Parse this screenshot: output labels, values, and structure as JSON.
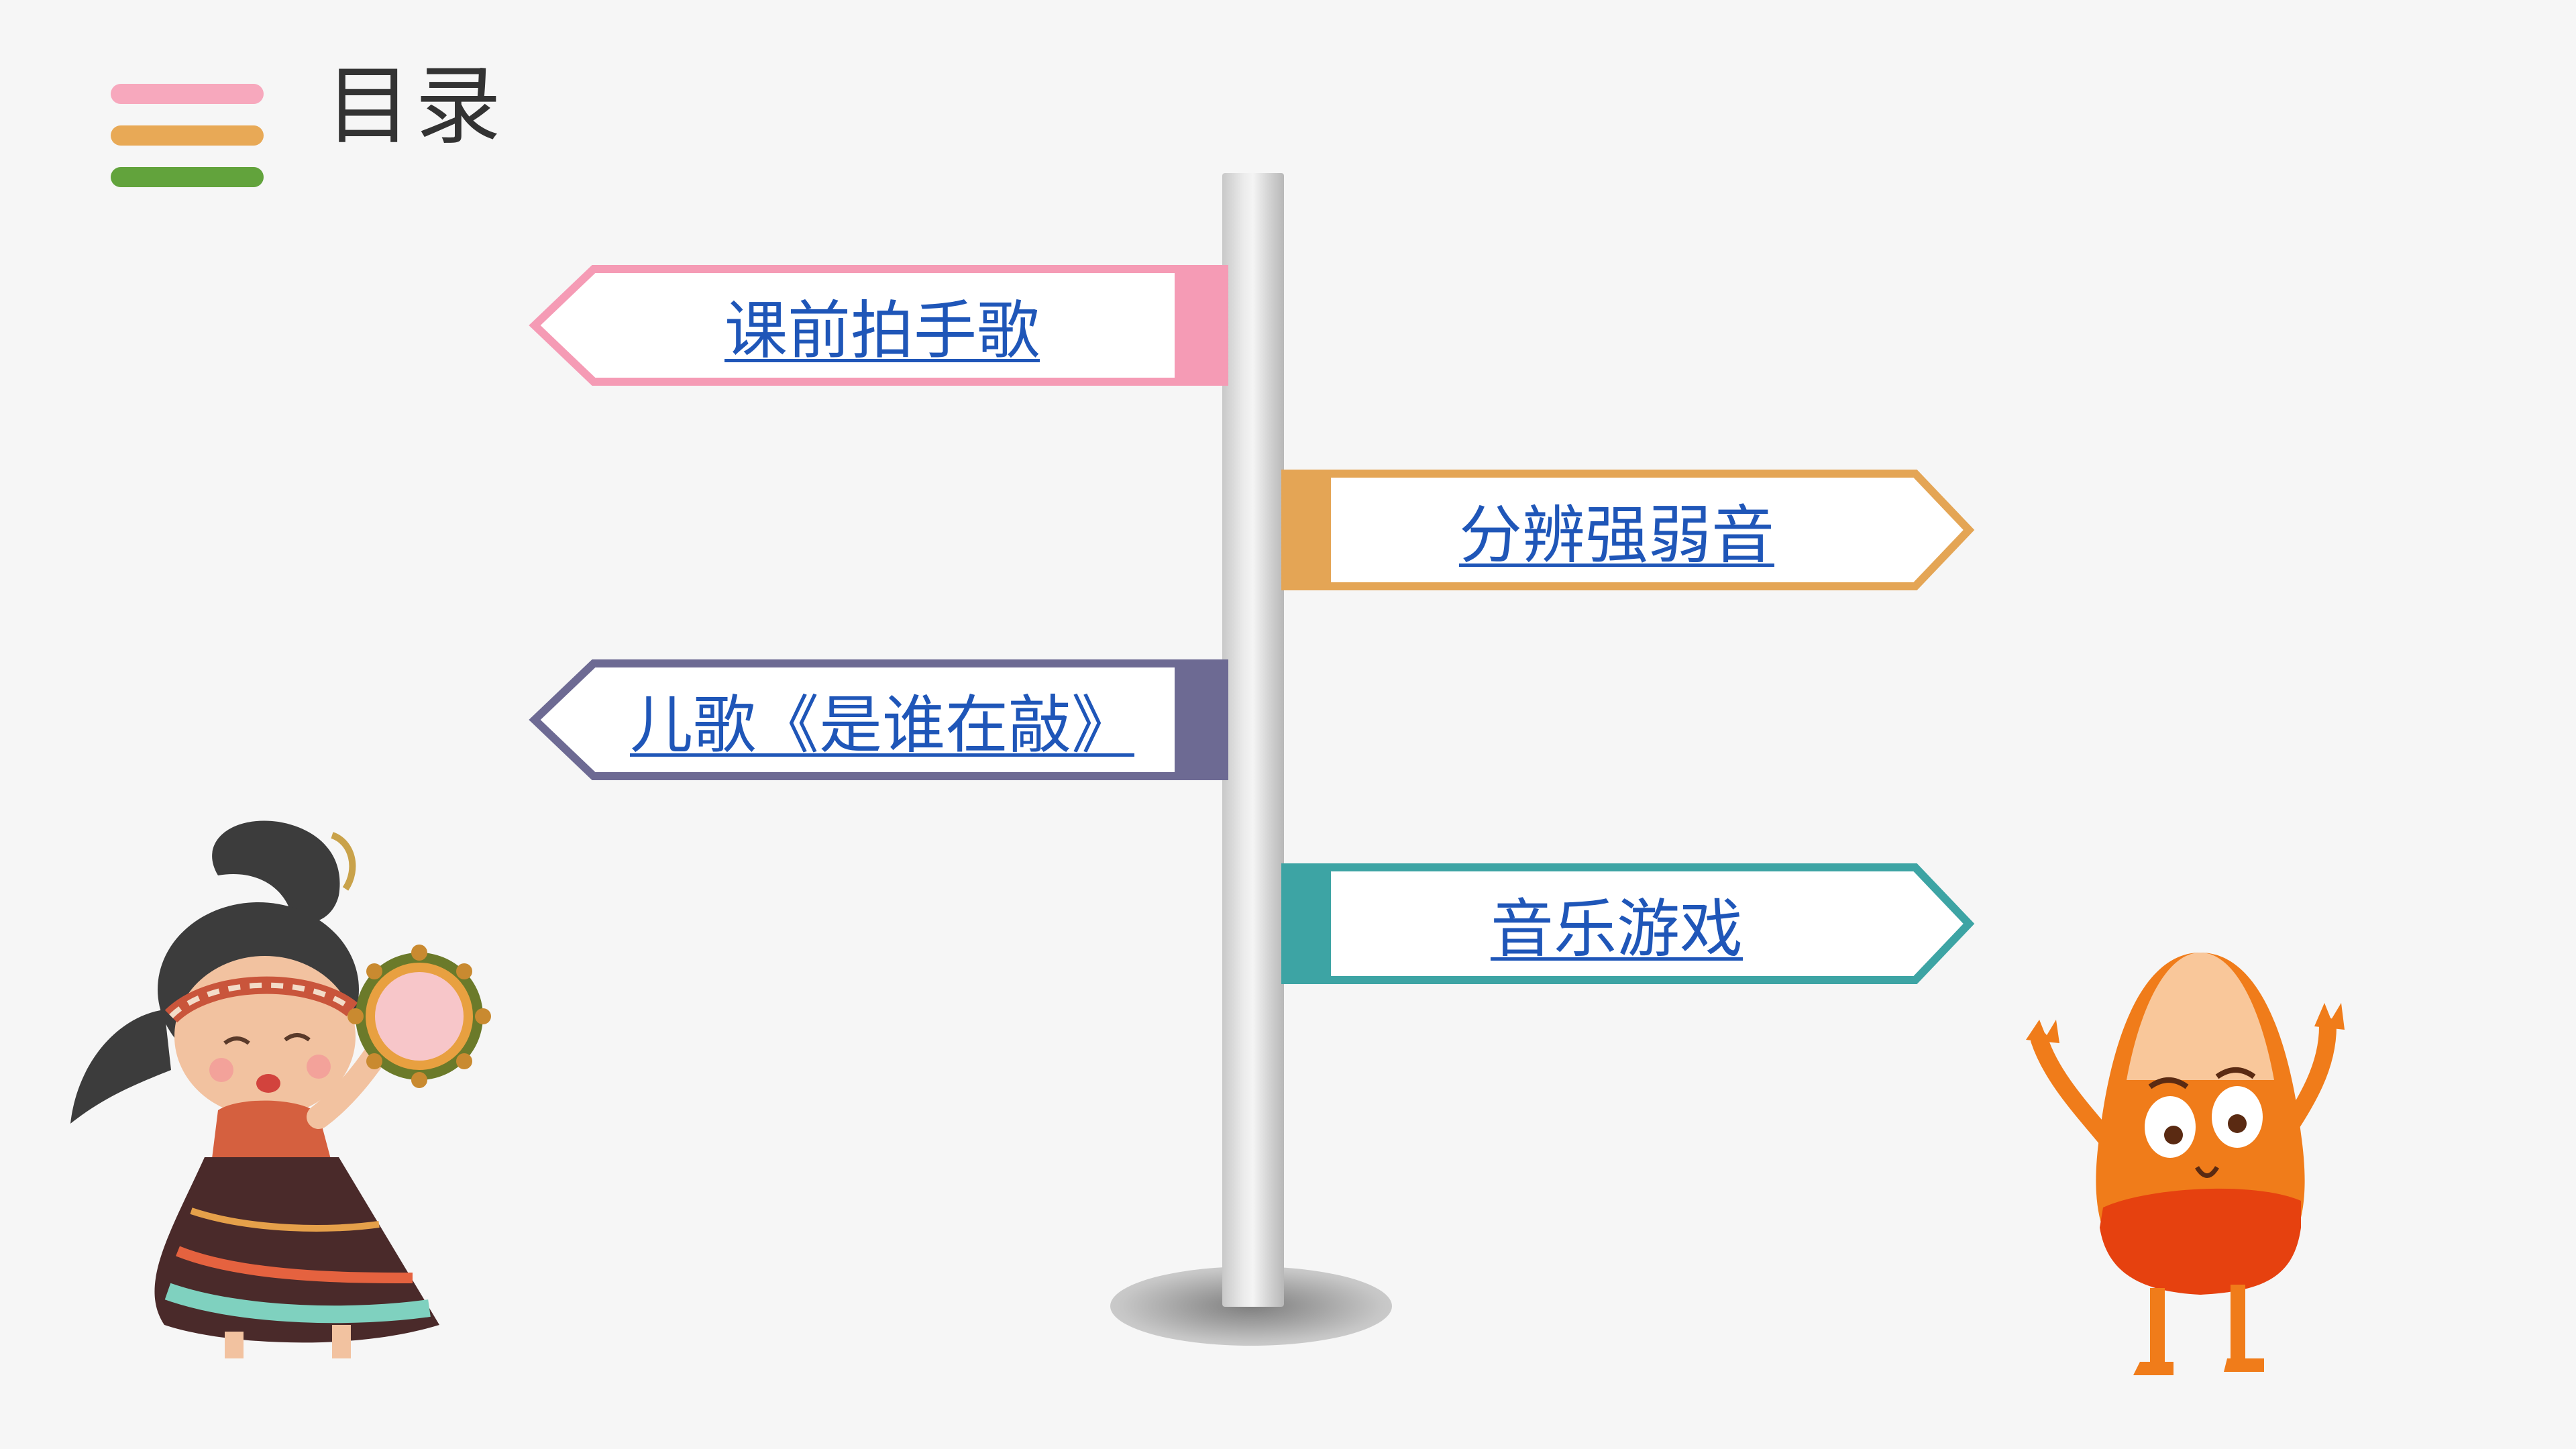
{
  "page": {
    "title": "目录"
  },
  "header": {
    "menu_bar_colors": [
      "#f7a8bd",
      "#e8a956",
      "#62a33c"
    ]
  },
  "signs": [
    {
      "label": "课前拍手歌",
      "direction": "left",
      "color": "#f59bb5"
    },
    {
      "label": "分辨强弱音",
      "direction": "right",
      "color": "#e4a555"
    },
    {
      "label": "儿歌《是谁在敲》",
      "direction": "left",
      "color": "#6d6a93"
    },
    {
      "label": "音乐游戏",
      "direction": "right",
      "color": "#3da4a4"
    }
  ],
  "illustrations": {
    "left": "girl-with-tambourine",
    "right": "candy-corn-character"
  }
}
